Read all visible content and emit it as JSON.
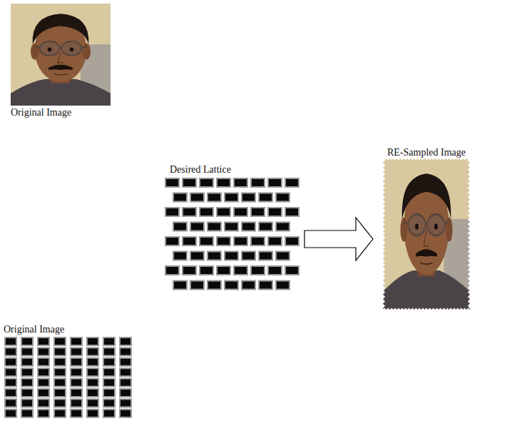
{
  "diagram": {
    "nodes": [
      {
        "text": [
          "Original Image"
        ]
      },
      {
        "text": [
          "Desired Lattice"
        ]
      },
      {
        "text": [
          "RE-Sampled Image"
        ]
      },
      {
        "text": [
          "Original Image"
        ]
      }
    ],
    "edges": [
      {
        "from": 1,
        "to": 2,
        "arrow": "to"
      }
    ]
  }
}
